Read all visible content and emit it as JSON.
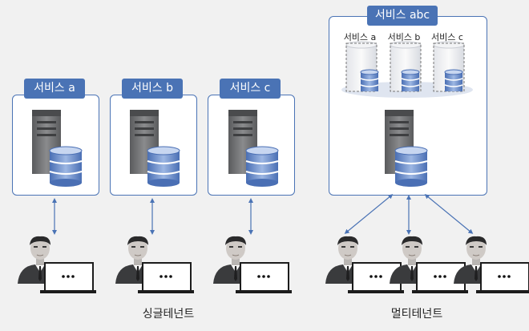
{
  "single_tenant": {
    "services": [
      {
        "label": "서비스 a"
      },
      {
        "label": "서비스 b"
      },
      {
        "label": "서비스 c"
      }
    ],
    "caption": "싱글테넌트"
  },
  "multi_tenant": {
    "service_label": "서비스 abc",
    "sub_services": [
      {
        "label": "서비스 a"
      },
      {
        "label": "서비스 b"
      },
      {
        "label": "서비스 c"
      }
    ],
    "caption": "멀티테넌트"
  },
  "colors": {
    "accent": "#4a73b5",
    "server": "#6d6e70",
    "db": "#5b7fc4",
    "arrow": "#4a73b5"
  }
}
